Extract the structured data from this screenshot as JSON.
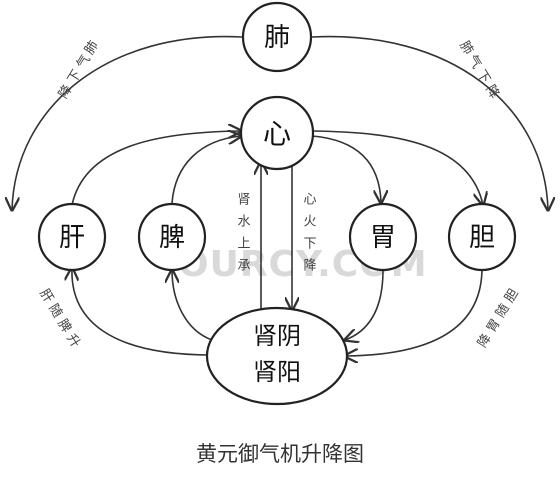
{
  "nodes": {
    "lung": "肺",
    "heart": "心",
    "liver": "肝",
    "spleen": "脾",
    "stomach": "胃",
    "gallbladder": "胆",
    "kidney_yin": "肾阴",
    "kidney_yang": "肾阳"
  },
  "labels": {
    "lung_qi_left": [
      "肺",
      "气",
      "下",
      "降"
    ],
    "lung_qi_right": [
      "肺",
      "气",
      "下",
      "降"
    ],
    "kidney_water_up": [
      "肾",
      "水",
      "上",
      "承"
    ],
    "heart_fire_down": [
      "心",
      "火",
      "下",
      "降"
    ],
    "liver_rises": [
      "肝",
      "随",
      "脾",
      "升"
    ],
    "gallbladder_descends": [
      "胆",
      "随",
      "胃",
      "降"
    ]
  },
  "watermark": "OURCY.COM",
  "caption": "黄元御气机升降图"
}
